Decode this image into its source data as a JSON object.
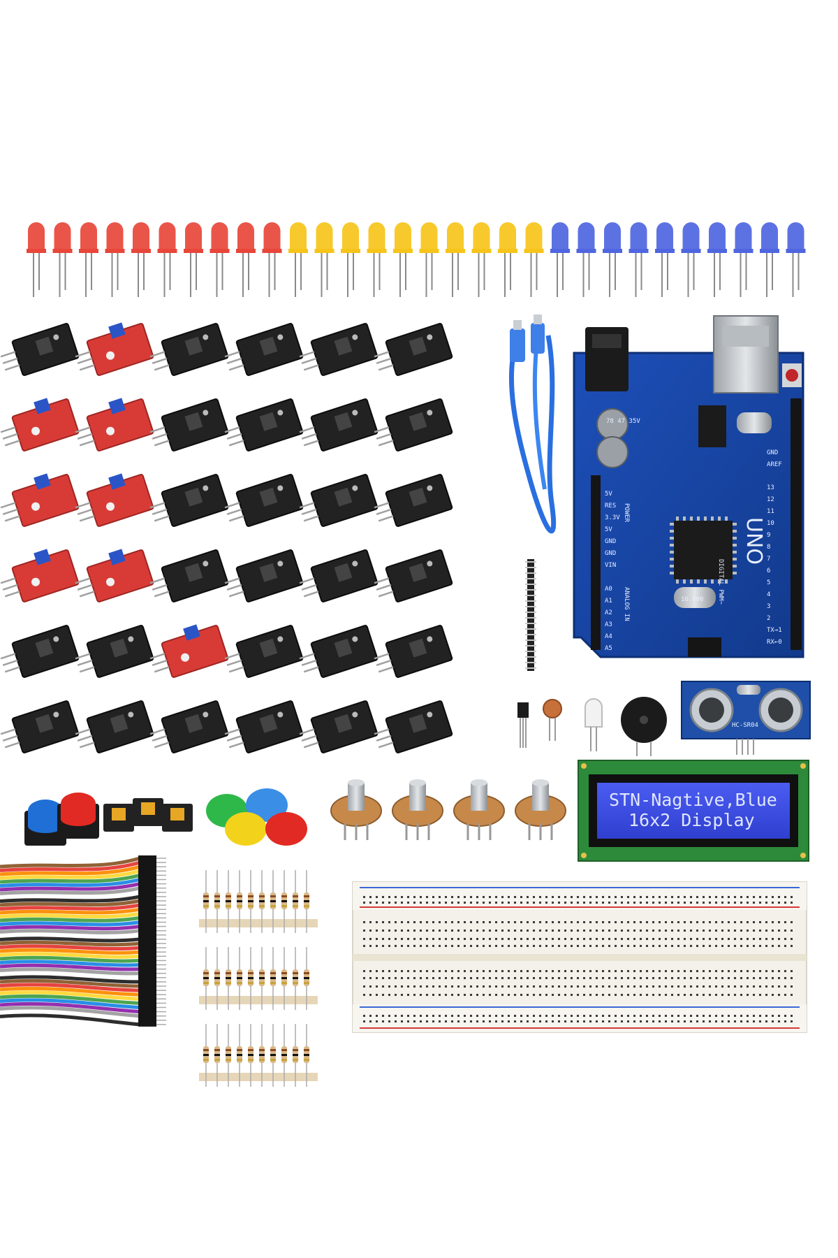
{
  "leds": {
    "colors": [
      "#e8463a",
      "#f6c41a",
      "#4f66e0"
    ],
    "count_per_color": 10
  },
  "sensor_grid": {
    "rows": 6,
    "cols": 6
  },
  "board": {
    "logo": "UNO",
    "power_label": "POWER",
    "analog_label": "ANALOG IN",
    "digital_label": "DIGITAL PWM~",
    "power_pins": [
      "5V",
      "RES",
      "3.3V",
      "5V",
      "GND",
      "GND",
      "VIN"
    ],
    "analog_pins": [
      "A0",
      "A1",
      "A2",
      "A3",
      "A4",
      "A5"
    ],
    "digital_pins": [
      "13",
      "12",
      "11",
      "10",
      "9",
      "8",
      "7",
      "6",
      "5",
      "4",
      "3",
      "2",
      "TX→1",
      "RX←0"
    ],
    "top_pins": [
      "GND",
      "AREF"
    ],
    "crystal_label": "16.000",
    "reg_label": "78 47 35V"
  },
  "ultrasonic": {
    "label": "HC-SR04"
  },
  "lcd": {
    "line1": "STN-Nagtive,Blue",
    "line2": "16x2 Display"
  },
  "accessories": {
    "button_cap_colors": [
      "#1f6fd6",
      "#e12a23",
      "#f3d21c",
      "#2fb84a"
    ],
    "potentiometer_count": 4,
    "wire_colors": [
      "#8b5a2b",
      "#e53935",
      "#fb8c00",
      "#fdd835",
      "#43a047",
      "#1e88e5",
      "#8e24aa",
      "#9e9e9e",
      "#ffffff",
      "#222222"
    ],
    "resistor_rows": 3,
    "resistors_per_row": 10
  }
}
